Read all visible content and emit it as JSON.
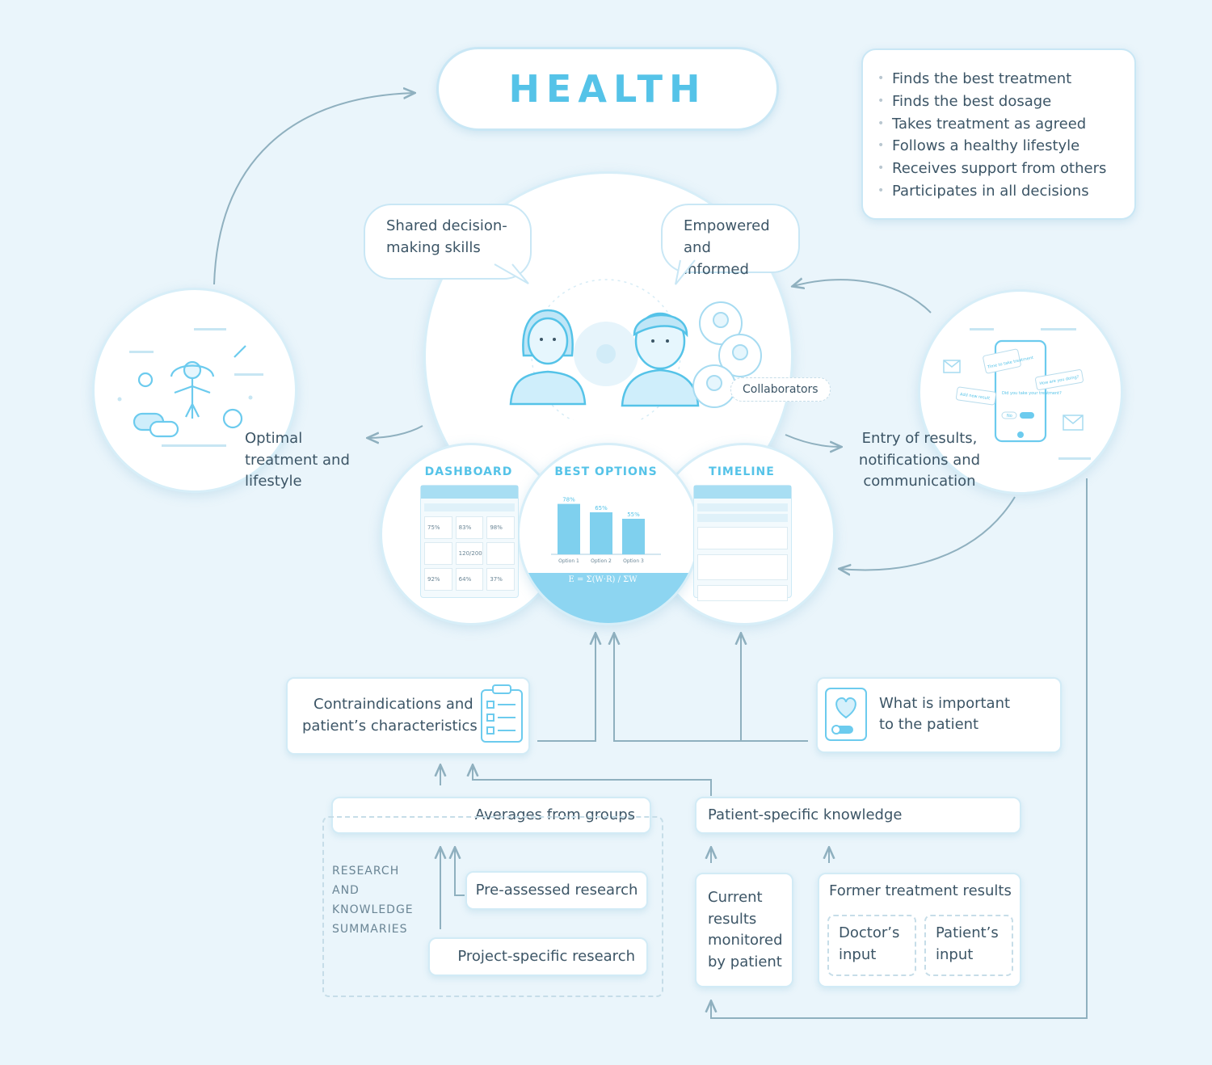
{
  "health": {
    "title": "HEALTH"
  },
  "outcomes": [
    "Finds the best treatment",
    "Finds the best dosage",
    "Takes treatment as agreed",
    "Follows a healthy lifestyle",
    "Receives support from others",
    "Participates in all decisions"
  ],
  "bubbles": {
    "shared_line1": "Shared decision-",
    "shared_line2": "making skills",
    "empowered_line1": "Empowered",
    "empowered_line2": "and informed"
  },
  "collaborators": "Collaborators",
  "optimal": {
    "line1": "Optimal",
    "line2": "treatment and",
    "line3": "lifestyle"
  },
  "entry": {
    "line1": "Entry of results,",
    "line2": "notifications and",
    "line3": "communication"
  },
  "tools": {
    "dashboard": "DASHBOARD",
    "best_options": "BEST OPTIONS",
    "timeline": "TIMELINE"
  },
  "dashboard_cells": [
    "75%",
    "83%",
    "98%",
    "",
    "120/200",
    "",
    "92%",
    "64%",
    "37%"
  ],
  "chart_data": {
    "type": "bar",
    "categories": [
      "Option 1",
      "Option 2",
      "Option 3"
    ],
    "values": [
      78,
      65,
      55
    ],
    "value_labels": [
      "78%",
      "65%",
      "55%"
    ]
  },
  "phone_texts": {
    "take": "Time to take treatment",
    "did": "Did you take your treatment?",
    "doing": "How are you doing?",
    "add": "Add new result",
    "no": "No"
  },
  "contra": {
    "line1": "Contraindications and",
    "line2": "patient’s characteristics"
  },
  "important": {
    "line1": "What is important",
    "line2": "to the patient"
  },
  "averages": "Averages from groups",
  "patient_specific": "Patient-specific knowledge",
  "research_summary": [
    "RESEARCH",
    "AND",
    "KNOWLEDGE",
    "SUMMARIES"
  ],
  "pre_assessed": "Pre-assessed research",
  "project_specific": "Project-specific research",
  "current": [
    "Current",
    "results",
    "monitored",
    "by patient"
  ],
  "former": {
    "title": "Former treatment results",
    "doctor_line1": "Doctor’s",
    "doctor_line2": "input",
    "patient_line1": "Patient’s",
    "patient_line2": "input"
  },
  "colors": {
    "accent": "#55c3e8",
    "bar": "#7fd0ee",
    "text": "#3c5566",
    "arrow": "#8fb0bf",
    "border": "#c9e7f5"
  }
}
